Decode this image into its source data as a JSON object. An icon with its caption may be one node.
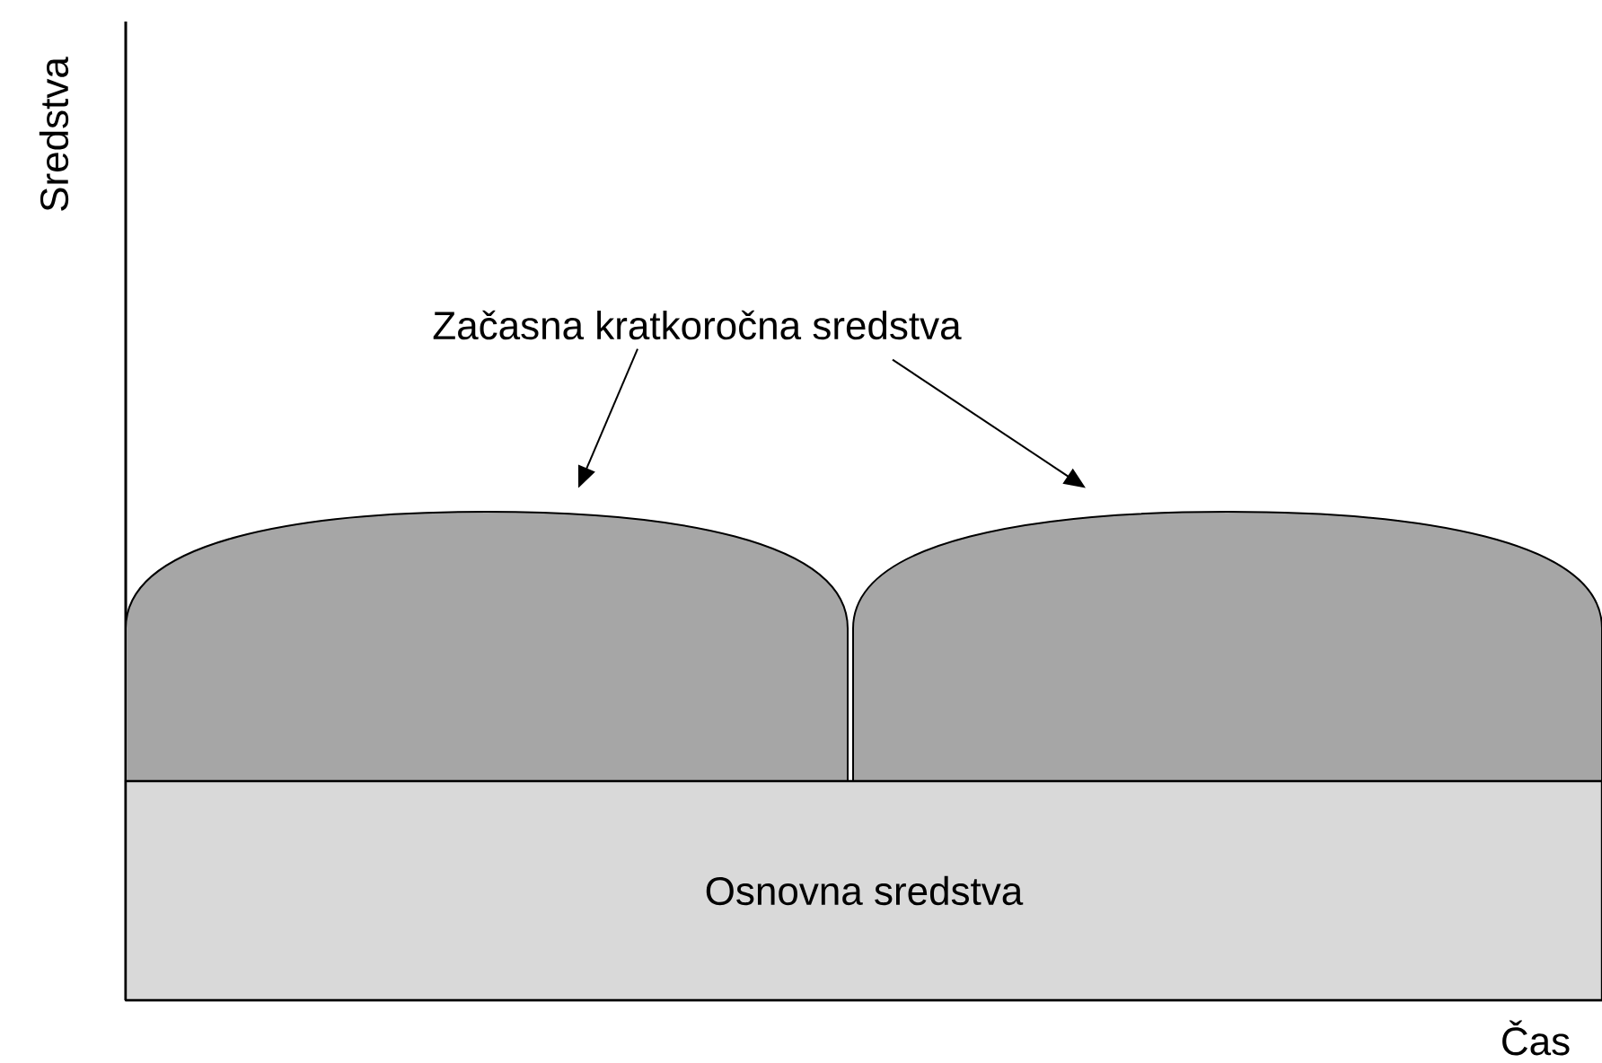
{
  "diagram": {
    "nodes": [
      {
        "text": [
          "Začasna kratkoročna sredstva"
        ]
      },
      {
        "text": [],
        "shape": "dome"
      },
      {
        "text": [],
        "shape": "dome"
      },
      {
        "text": [
          "Osnovna sredstva"
        ]
      }
    ],
    "edges": [
      {
        "from": 0,
        "to": 1,
        "arrow": "to"
      },
      {
        "from": 0,
        "to": 2,
        "arrow": "to"
      }
    ],
    "labels": [
      "Sredstva",
      "Čas"
    ]
  }
}
